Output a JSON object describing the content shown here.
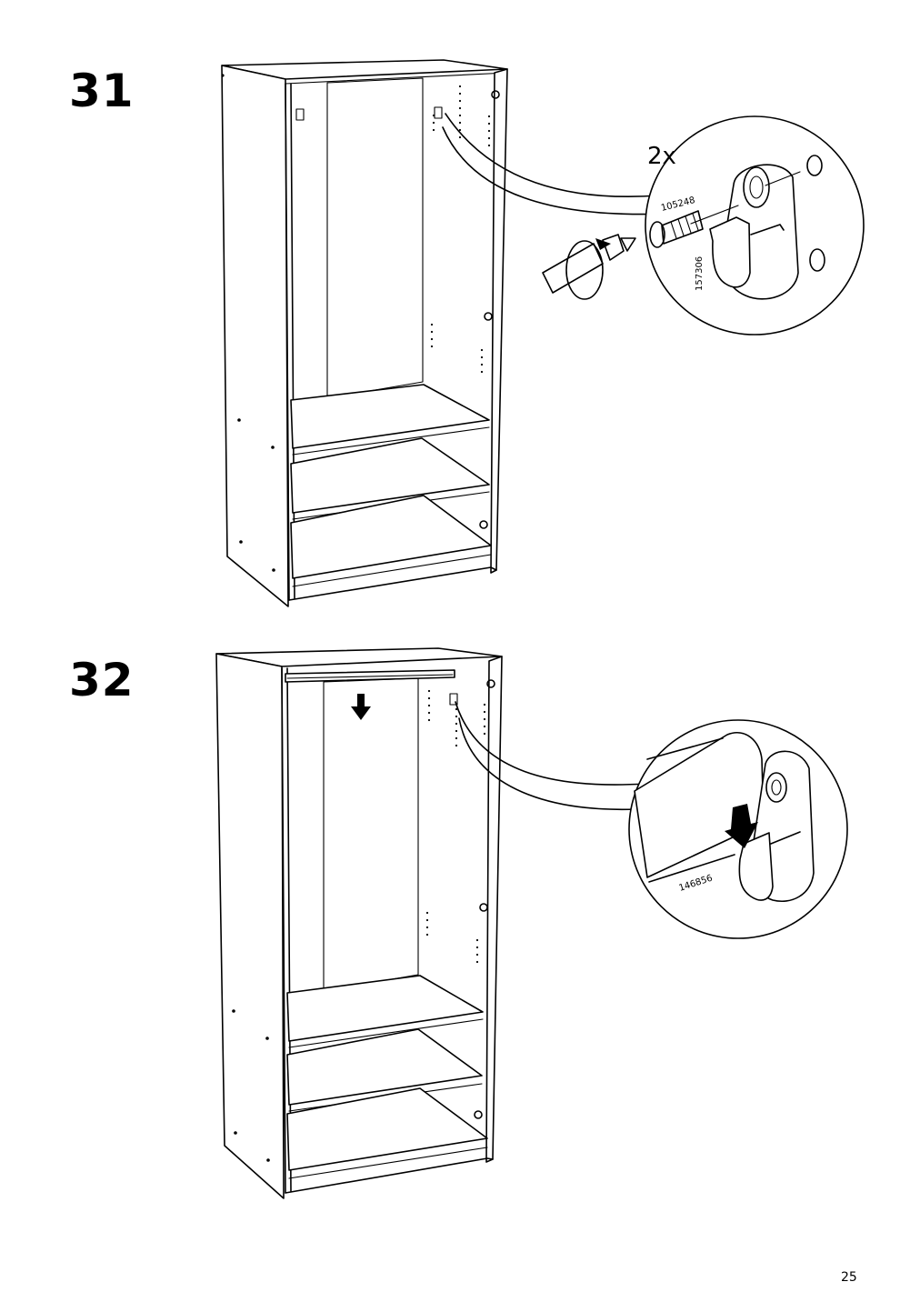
{
  "steps": [
    {
      "number": "31",
      "quantity": "2x",
      "parts": [
        "105248",
        "157306"
      ]
    },
    {
      "number": "32",
      "parts": [
        "146856"
      ]
    }
  ],
  "page": {
    "number": "25"
  },
  "icons": {
    "step31": [
      "wardrobe-frame",
      "screw",
      "screwdriver",
      "rail-bracket"
    ],
    "step32": [
      "wardrobe-frame",
      "clothes-rail",
      "down-arrow",
      "rail-bracket"
    ]
  }
}
